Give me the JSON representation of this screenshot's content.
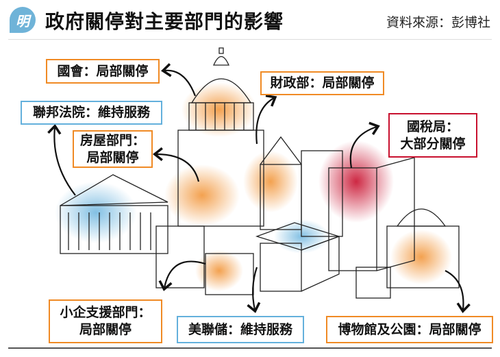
{
  "header": {
    "logo": "明",
    "title": "政府關停對主要部門的影響",
    "source": "資料來源：彭博社"
  },
  "colors": {
    "partial": "#f08a24",
    "maintained": "#63b0dc",
    "mostly": "#c8102e"
  },
  "labels": {
    "congress": {
      "line1": "國會：局部關停"
    },
    "court": {
      "line1": "聯邦法院：維持服務"
    },
    "housing": {
      "line1": "房屋部門：",
      "line2": "局部關停"
    },
    "treasury": {
      "line1": "財政部：局部關停"
    },
    "irs": {
      "line1": "國稅局：",
      "line2": "大部分關停"
    },
    "sba": {
      "line1": "小企支援部門：",
      "line2": "局部關停"
    },
    "fed": {
      "line1": "美聯儲：維持服務"
    },
    "museums": {
      "line1": "博物館及公園：局部關停"
    }
  }
}
